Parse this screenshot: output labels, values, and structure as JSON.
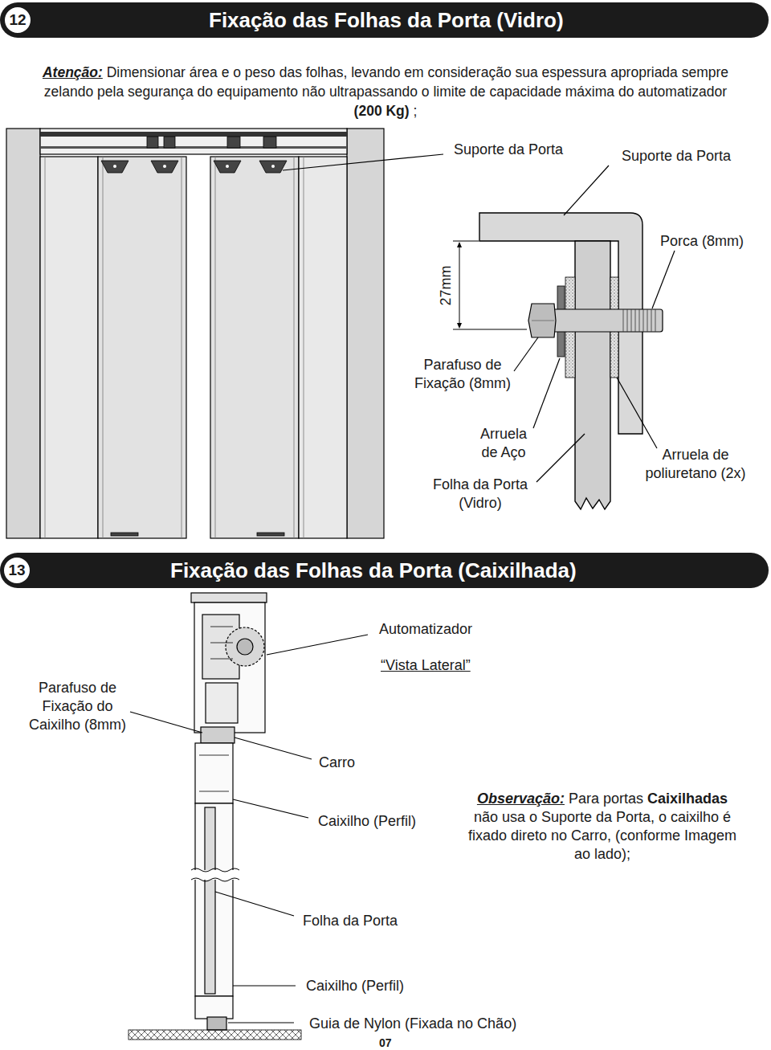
{
  "diagram": {
    "nodes": [
      {
        "text": [
          "Fixação das Folhas da Porta (Vidro)"
        ]
      },
      {
        "text": [
          "12"
        ],
        "in": 0
      },
      {
        "text": [
          "Fixação das Folhas da Porta (Caixilhada)"
        ]
      },
      {
        "text": [
          "13"
        ],
        "in": 2
      }
    ],
    "labels": [
      "Atenção:",
      "Dimensionar área e o peso das folhas, levando em consideração sua espessura apropriada sempre zelando pela segurança do equipamento não ultrapassando o limite de capacidade máxima do automatizador",
      "(200 Kg)",
      ";",
      "Suporte da Porta",
      "Suporte da Porta",
      "Porca (8mm)",
      "27mm",
      "Parafuso de Fixação (8mm)",
      "Arruela de Aço",
      "Folha da Porta (Vidro)",
      "Arruela de poliuretano (2x)",
      "Automatizador",
      "“Vista Lateral”",
      "Parafuso de Fixação do Caixilho (8mm)",
      "Carro",
      "Caixilho (Perfil)",
      "Observação:",
      "Para portas",
      "Caixilhadas",
      "não usa o Suporte da Porta, o caixilho é fixado direto no Carro, (conforme Imagem ao lado);",
      "Folha da Porta",
      "Caixilho (Perfil)",
      "Guia de Nylon (Fixada no Chão)",
      "07"
    ]
  }
}
